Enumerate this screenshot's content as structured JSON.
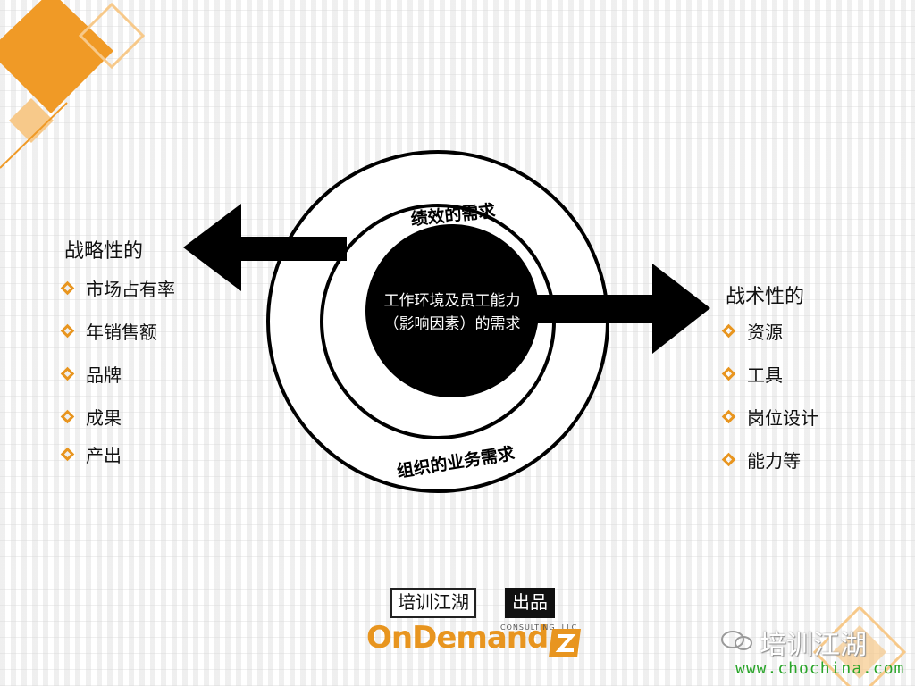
{
  "diagram": {
    "inner_label": "工作环境及员工能力",
    "inner_label2": "（影响因素）的需求",
    "middle_ring_label": "绩效的需求",
    "outer_ring_label": "组织的业务需求"
  },
  "left_panel": {
    "title": "战略性的",
    "items": [
      "市场占有率",
      "年销售额",
      "品牌",
      "成果",
      "产出"
    ]
  },
  "right_panel": {
    "title": "战术性的",
    "items": [
      "资源",
      "工具",
      "岗位设计",
      "能力等"
    ]
  },
  "branding": {
    "left_box": "培训江湖",
    "right_box": "出品",
    "company": "OnDemand",
    "consulting": "CONSULTING, LLC"
  },
  "watermark": {
    "text": "培训江湖",
    "url": "www.chochina.com"
  },
  "colors": {
    "accent": "#e8951f",
    "accent_light": "#f7c98a",
    "ink": "#000000",
    "watermark_url": "#2aa52a"
  }
}
